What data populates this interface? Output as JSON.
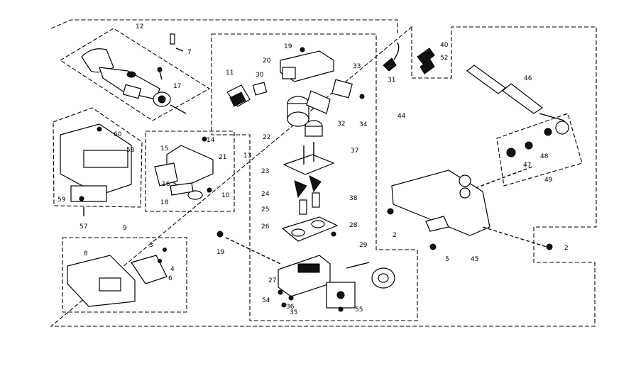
{
  "diagram": {
    "callouts": [
      {
        "id": "c12",
        "text": "12"
      },
      {
        "id": "c7",
        "text": "7"
      },
      {
        "id": "c17",
        "text": "17"
      },
      {
        "id": "c60",
        "text": "60"
      },
      {
        "id": "c58",
        "text": "58"
      },
      {
        "id": "c59",
        "text": "59"
      },
      {
        "id": "c57",
        "text": "57"
      },
      {
        "id": "c14",
        "text": "14"
      },
      {
        "id": "c15",
        "text": "15"
      },
      {
        "id": "c21",
        "text": "21"
      },
      {
        "id": "c13",
        "text": "13"
      },
      {
        "id": "c16",
        "text": "16"
      },
      {
        "id": "c18",
        "text": "18"
      },
      {
        "id": "c9",
        "text": "9"
      },
      {
        "id": "c8",
        "text": "8"
      },
      {
        "id": "c3",
        "text": "3"
      },
      {
        "id": "c4",
        "text": "4"
      },
      {
        "id": "c6",
        "text": "6"
      },
      {
        "id": "c19a",
        "text": "19"
      },
      {
        "id": "c20",
        "text": "20"
      },
      {
        "id": "c11",
        "text": "11"
      },
      {
        "id": "c30",
        "text": "30"
      },
      {
        "id": "c22",
        "text": "22"
      },
      {
        "id": "c33",
        "text": "33"
      },
      {
        "id": "c32",
        "text": "32"
      },
      {
        "id": "c34",
        "text": "34"
      },
      {
        "id": "c37",
        "text": "37"
      },
      {
        "id": "c44",
        "text": "44"
      },
      {
        "id": "c23",
        "text": "23"
      },
      {
        "id": "c24",
        "text": "24"
      },
      {
        "id": "c25",
        "text": "25"
      },
      {
        "id": "c38",
        "text": "38"
      },
      {
        "id": "c26",
        "text": "26"
      },
      {
        "id": "c28",
        "text": "28"
      },
      {
        "id": "c29",
        "text": "29"
      },
      {
        "id": "c27",
        "text": "27"
      },
      {
        "id": "c54",
        "text": "54"
      },
      {
        "id": "c36",
        "text": "36"
      },
      {
        "id": "c35",
        "text": "35"
      },
      {
        "id": "c55",
        "text": "55"
      },
      {
        "id": "c19b",
        "text": "19"
      },
      {
        "id": "c31",
        "text": "31"
      },
      {
        "id": "c40",
        "text": "40"
      },
      {
        "id": "c52",
        "text": "52"
      },
      {
        "id": "c46",
        "text": "46"
      },
      {
        "id": "c48",
        "text": "48"
      },
      {
        "id": "c47",
        "text": "47"
      },
      {
        "id": "c49",
        "text": "49"
      },
      {
        "id": "c2a",
        "text": "2"
      },
      {
        "id": "c5",
        "text": "5"
      },
      {
        "id": "c45",
        "text": "45"
      },
      {
        "id": "c2b",
        "text": "2"
      },
      {
        "id": "c10",
        "text": "10"
      }
    ]
  }
}
